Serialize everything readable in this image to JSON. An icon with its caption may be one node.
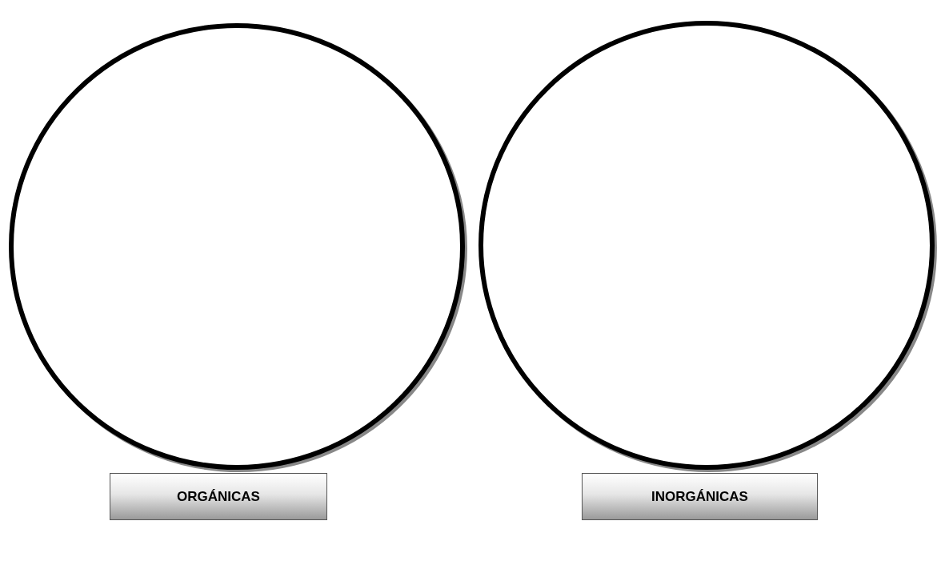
{
  "diagram": {
    "nodes": [
      {
        "text": [],
        "shape": "circle"
      },
      {
        "text": [],
        "shape": "circle"
      },
      {
        "text": [
          "ORGÁNICAS"
        ]
      },
      {
        "text": [
          "INORGÁNICAS"
        ]
      }
    ],
    "edges": []
  }
}
